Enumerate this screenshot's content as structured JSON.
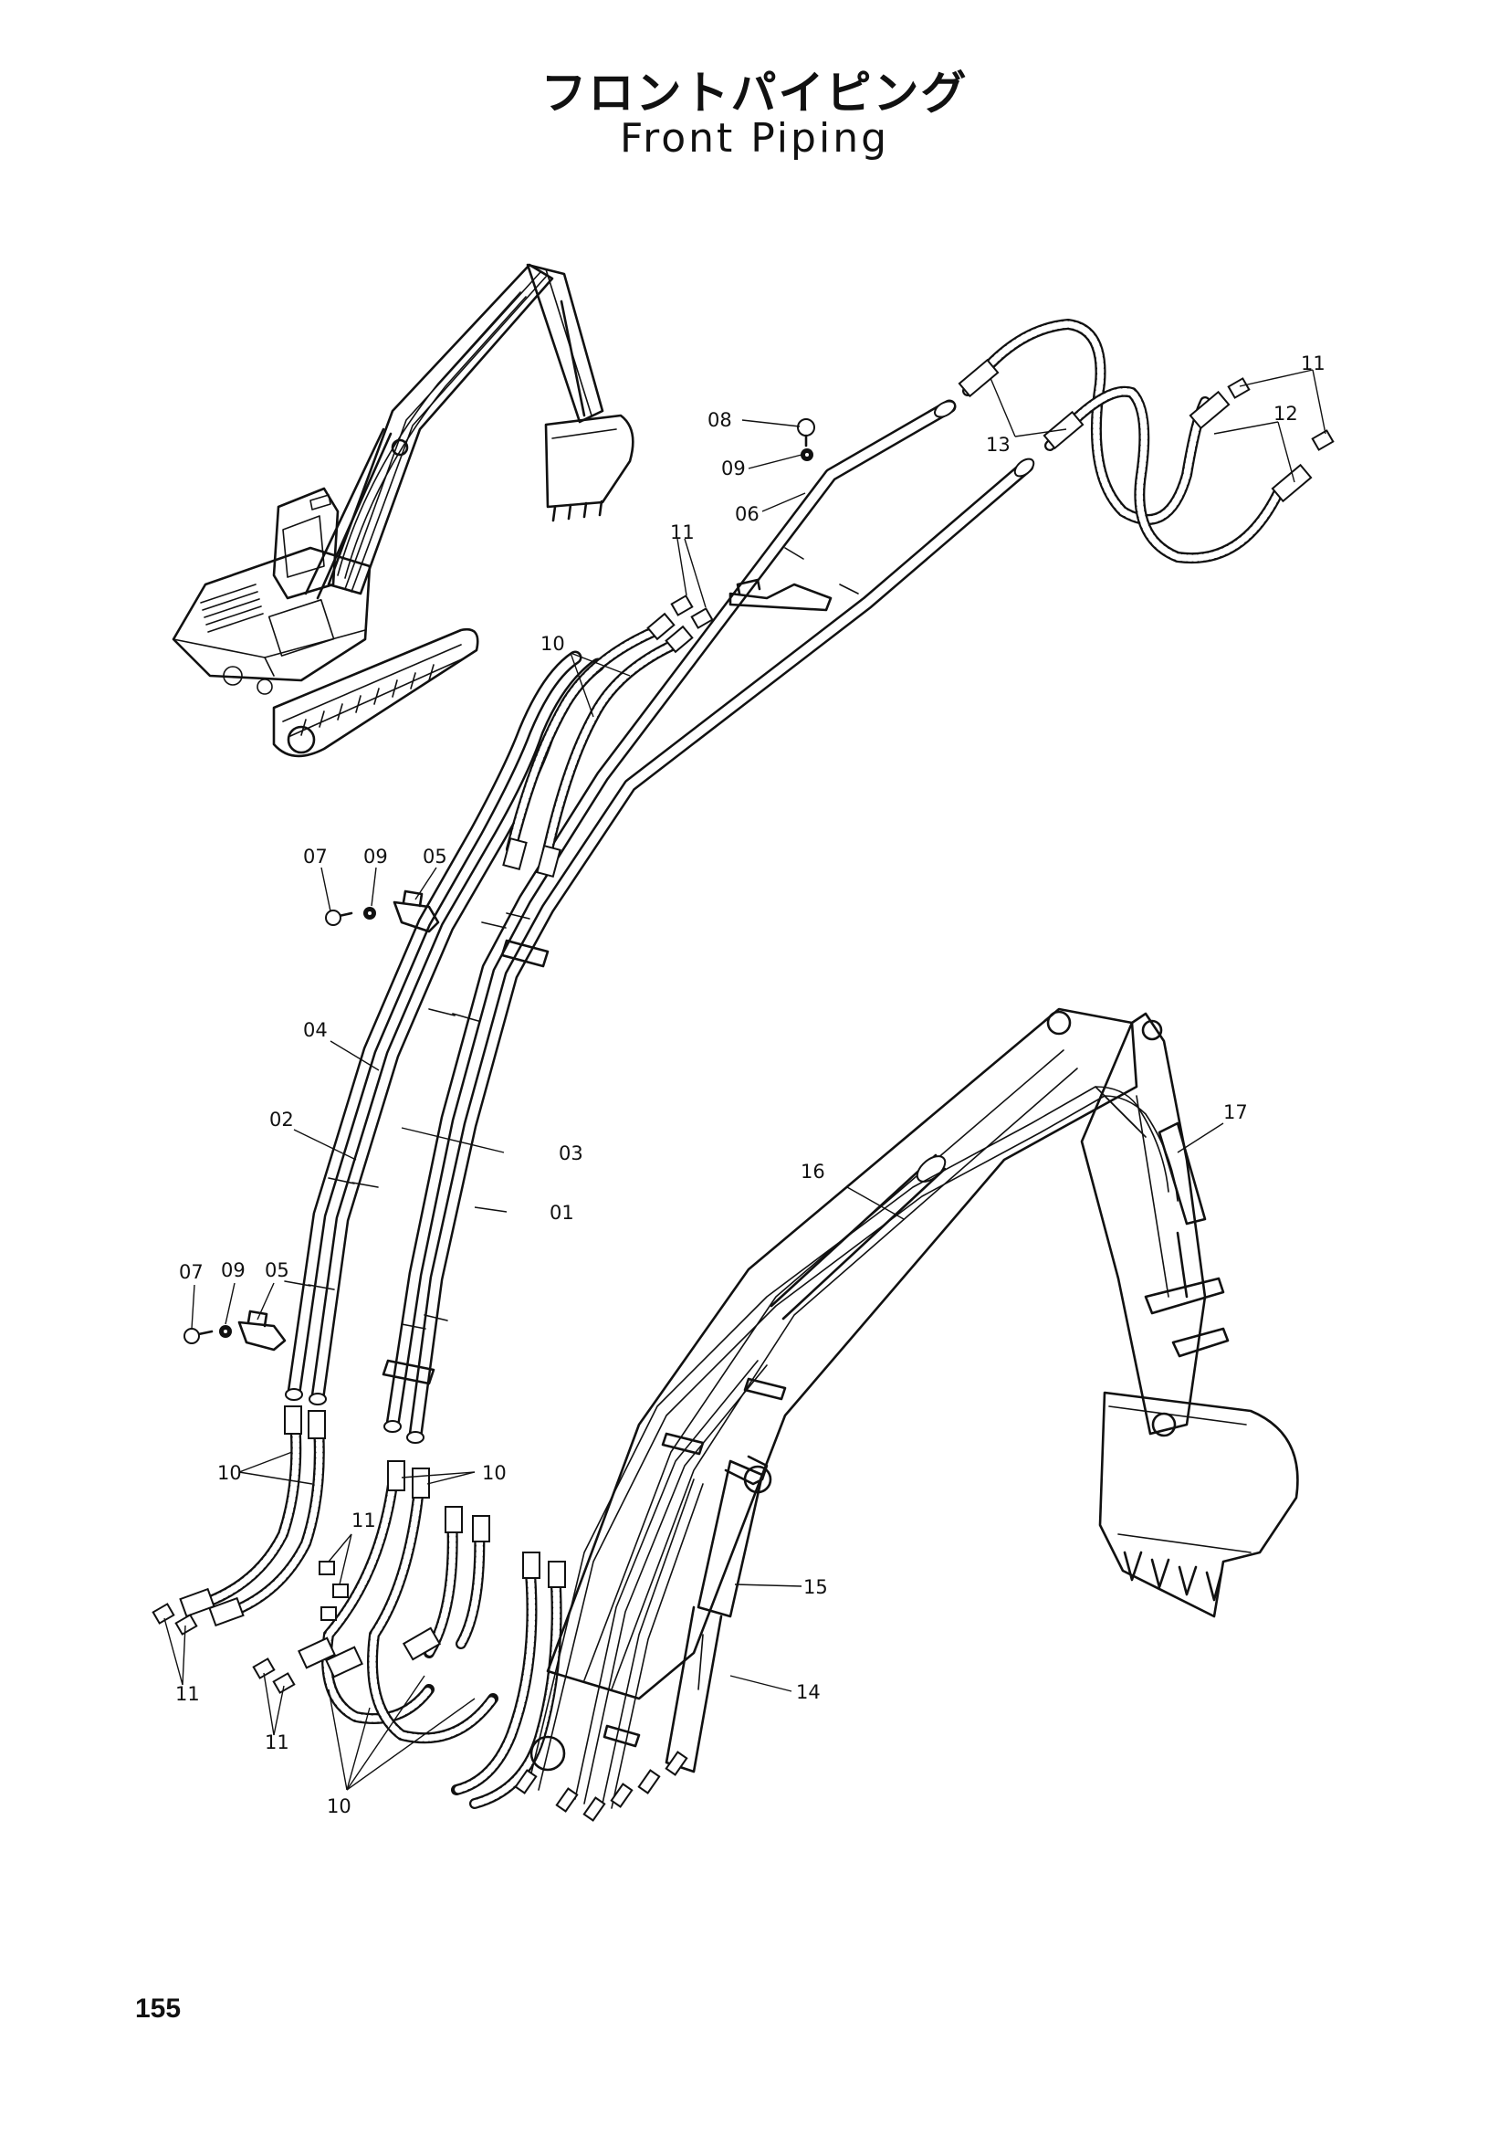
{
  "page": {
    "title_ja": "フロントパイピング",
    "title_en": "Front Piping",
    "page_number": "155"
  },
  "callouts": {
    "c01": "01",
    "c02": "02",
    "c03": "03",
    "c04": "04",
    "c05a": "05",
    "c05b": "05",
    "c06": "06",
    "c07a": "07",
    "c07b": "07",
    "c08": "08",
    "c09a": "09",
    "c09b": "09",
    "c09c": "09",
    "c10a": "10",
    "c10b": "10",
    "c10c": "10",
    "c10d": "10",
    "c11a": "11",
    "c11b": "11",
    "c11c": "11",
    "c11d": "11",
    "c11e": "11",
    "c12": "12",
    "c13": "13",
    "c14": "14",
    "c15": "15",
    "c16": "16",
    "c17": "17"
  },
  "icons": {
    "excavator": "excavator-thumbnail-icon",
    "boom_arm": "boom-arm-assembly-icon"
  }
}
